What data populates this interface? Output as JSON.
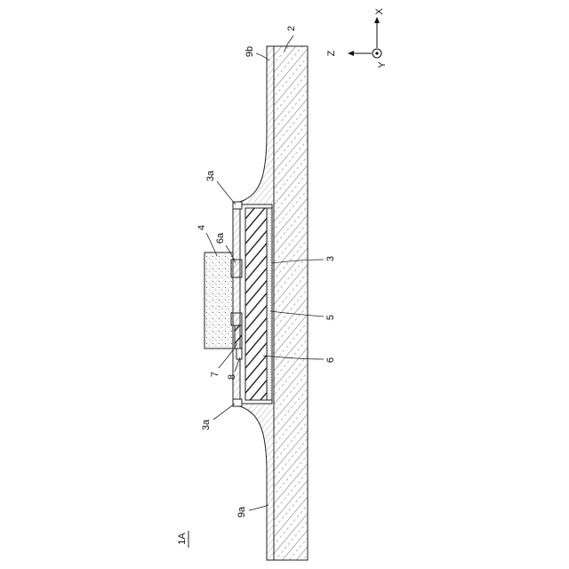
{
  "axes": {
    "x": "X",
    "z": "Z",
    "y": "Y"
  },
  "refs": {
    "substrate": "2",
    "layer_top": "9b",
    "flange_top": "3a",
    "component": "4",
    "bump": "6a",
    "envelope": "3",
    "inner_layer": "5",
    "core": "6",
    "part_7": "7",
    "part_8": "8",
    "flange_bottom": "3a",
    "layer_bottom": "9a"
  },
  "figure_label": "1A"
}
